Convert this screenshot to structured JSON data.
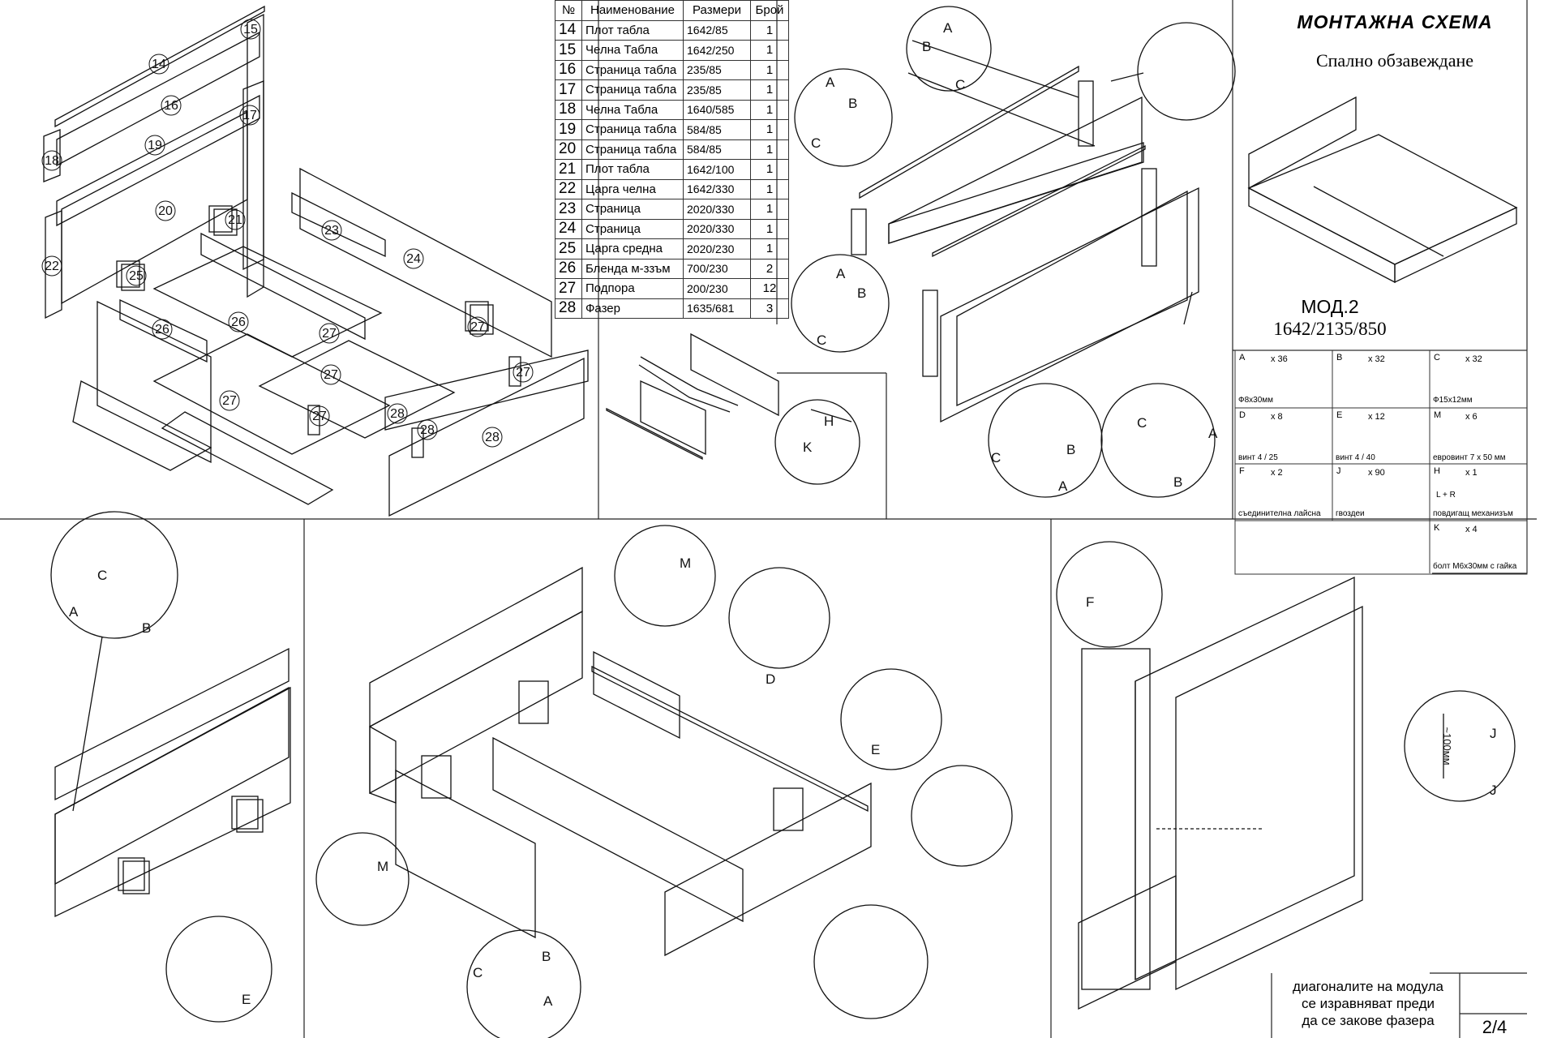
{
  "header": {
    "title": "МОНТАЖНА СХЕМА",
    "subtitle": "Спално обзавеждане",
    "model": "МОД.2",
    "dimensions": "1642/2135/850"
  },
  "parts_table": {
    "headers": [
      "№",
      "Наименование",
      "Размери",
      "Брой"
    ],
    "rows": [
      {
        "n": "14",
        "name": "Плот  табла",
        "size": "1642/85",
        "qty": "1"
      },
      {
        "n": "15",
        "name": "Челна  Табла",
        "size": "1642/250",
        "qty": "1"
      },
      {
        "n": "16",
        "name": "Страница табла",
        "size": "235/85",
        "qty": "1"
      },
      {
        "n": "17",
        "name": "Страница табла",
        "size": "235/85",
        "qty": "1"
      },
      {
        "n": "18",
        "name": "Челна  Табла",
        "size": "1640/585",
        "qty": "1"
      },
      {
        "n": "19",
        "name": "Страница табла",
        "size": "584/85",
        "qty": "1"
      },
      {
        "n": "20",
        "name": "Страница табла",
        "size": "584/85",
        "qty": "1"
      },
      {
        "n": "21",
        "name": "Плот  табла",
        "size": "1642/100",
        "qty": "1"
      },
      {
        "n": "22",
        "name": "Царга челна",
        "size": "1642/330",
        "qty": "1"
      },
      {
        "n": "23",
        "name": "Страница",
        "size": "2020/330",
        "qty": "1"
      },
      {
        "n": "24",
        "name": "Страница",
        "size": "2020/330",
        "qty": "1"
      },
      {
        "n": "25",
        "name": "Царга средна",
        "size": "2020/230",
        "qty": "1"
      },
      {
        "n": "26",
        "name": "Бленда м-ззъм",
        "size": "700/230",
        "qty": "2"
      },
      {
        "n": "27",
        "name": "Подпора",
        "size": "200/230",
        "qty": "12"
      },
      {
        "n": "28",
        "name": "Фазер",
        "size": "1635/681",
        "qty": "3"
      }
    ]
  },
  "hardware": [
    {
      "letter": "A",
      "qty": "x 36",
      "desc": "Ф8х30мм"
    },
    {
      "letter": "B",
      "qty": "x 32",
      "desc": ""
    },
    {
      "letter": "C",
      "qty": "x 32",
      "desc": "Ф15х12мм"
    },
    {
      "letter": "D",
      "qty": "x 8",
      "desc": "винт 4 / 25"
    },
    {
      "letter": "E",
      "qty": "x 12",
      "desc": "винт 4 / 40"
    },
    {
      "letter": "M",
      "qty": "x 6",
      "desc": "евровинт 7 х 50 мм"
    },
    {
      "letter": "F",
      "qty": "x 2",
      "desc": "съединителна лайсна"
    },
    {
      "letter": "J",
      "qty": "x 90",
      "desc": "гвоздеи"
    },
    {
      "letter": "H",
      "qty": "x 1",
      "desc": "повдигащ механизъм",
      "extra": "L + R"
    },
    {
      "letter": "K",
      "qty": "x 4",
      "desc": "болт М6х30мм с гайка"
    }
  ],
  "exploded_labels": [
    "14",
    "15",
    "16",
    "17",
    "18",
    "19",
    "20",
    "21",
    "22",
    "23",
    "24",
    "25",
    "26",
    "26",
    "27",
    "27",
    "27",
    "27",
    "27",
    "27",
    "28",
    "28",
    "28"
  ],
  "detail_letters": {
    "A": "A",
    "B": "B",
    "C": "C",
    "D": "D",
    "E": "E",
    "F": "F",
    "H": "H",
    "J": "J",
    "K": "K",
    "M": "M"
  },
  "nail_spacing": "~100мм",
  "footer": {
    "note_lines": [
      "диагоналите на модула",
      "се изравняват преди",
      "да се закове фазера"
    ],
    "page": "2/4"
  }
}
